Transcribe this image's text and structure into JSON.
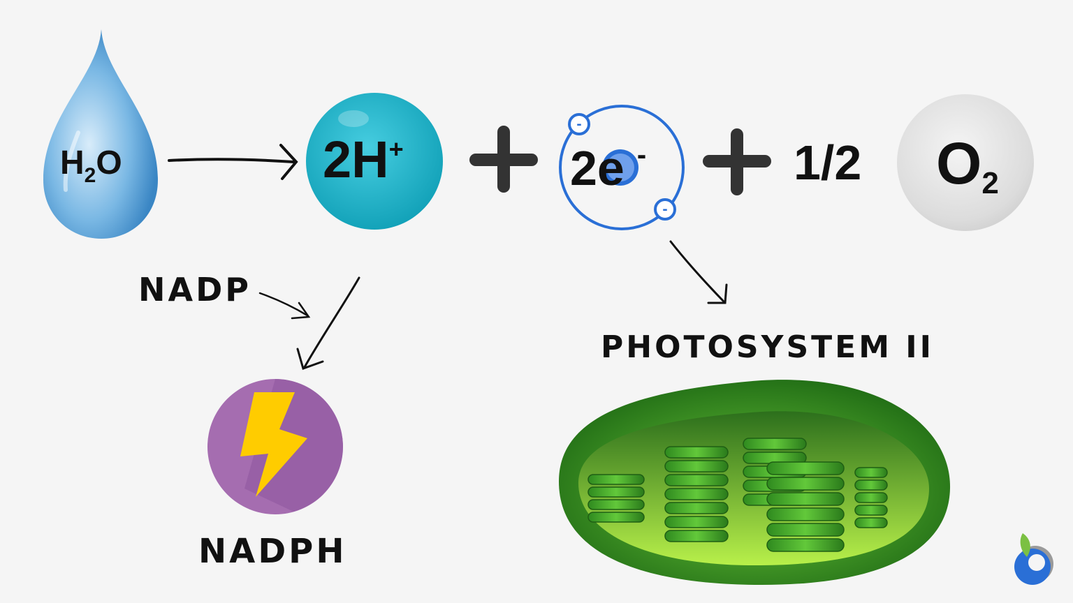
{
  "equation": {
    "water": {
      "main": "H",
      "sub": "2",
      "tail": "O"
    },
    "protons": {
      "main": "2H",
      "sup": "+"
    },
    "electrons": {
      "main": "2e",
      "sup": "-",
      "particle": "-"
    },
    "plus_symbol": "+",
    "oxygen_coefficient": "1/2",
    "oxygen": {
      "main": "O",
      "sub": "2"
    }
  },
  "labels": {
    "nadp": "NADP",
    "nadph": "NADPH",
    "photosystem": "PHOTOSYSTEM II"
  },
  "colors": {
    "water": "#5aa6d8",
    "proton": "#1cb0c6",
    "electron_orbit": "#2a6fd6",
    "oxygen": "#e2e2e2",
    "nadph": "#a56db0",
    "lightning": "#ffcc00",
    "chloroplast": "#3f9a2a"
  },
  "icons": [
    "water-drop-icon",
    "lightning-bolt-icon",
    "chloroplast-icon",
    "brand-logo-icon"
  ]
}
